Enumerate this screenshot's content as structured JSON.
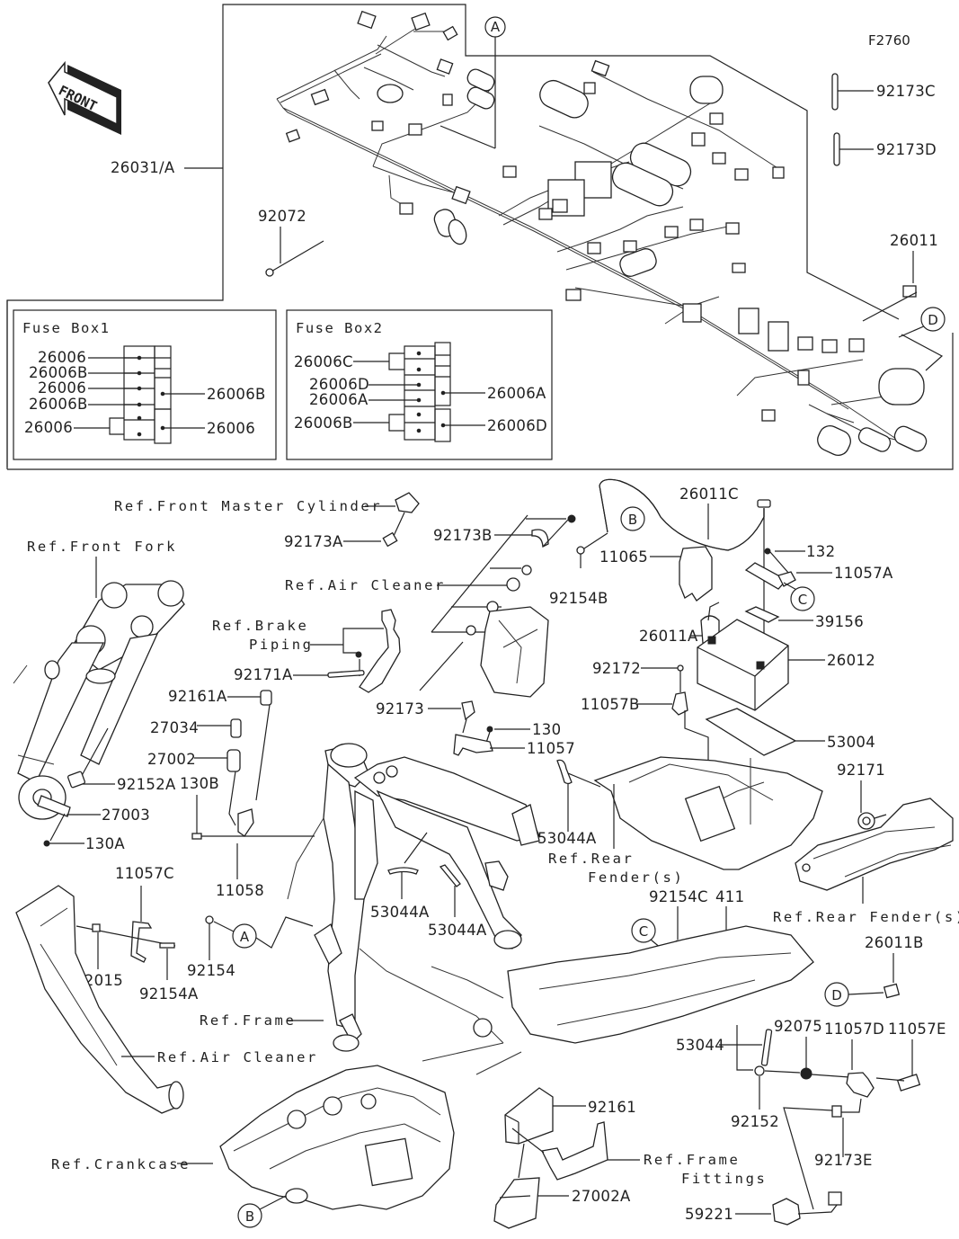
{
  "figure_id": "F2760",
  "front_indicator": "FRONT",
  "callouts": {
    "A": "A",
    "B": "B",
    "C": "C",
    "D": "D"
  },
  "harness": {
    "main": "26031/A",
    "tie": "92072",
    "clamp_c": "92173C",
    "clamp_d": "92173D",
    "relay": "26011"
  },
  "fuse_box_1": {
    "title": "Fuse Box1",
    "left_labels": [
      "26006",
      "26006B",
      "26006",
      "26006B",
      "26006"
    ],
    "right_labels": [
      "26006B",
      "26006"
    ]
  },
  "fuse_box_2": {
    "title": "Fuse Box2",
    "left_labels": [
      "26006C",
      "26006D",
      "26006A",
      "26006B"
    ],
    "right_labels": [
      "26006A",
      "26006D"
    ]
  },
  "parts": {
    "ref_front_master_cylinder": "Ref.Front Master Cylinder",
    "p92173A": "92173A",
    "ref_front_fork": "Ref.Front Fork",
    "ref_air_cleaner_top": "Ref.Air Cleaner",
    "ref_brake_piping_1": "Ref.Brake",
    "ref_brake_piping_2": "Piping",
    "p92171A": "92171A",
    "p92161A": "92161A",
    "p27034": "27034",
    "p27002": "27002",
    "p92152A": "92152A",
    "p27003": "27003",
    "p130A": "130A",
    "p130B": "130B",
    "p11058": "11058",
    "p11057C": "11057C",
    "p92015": "92015",
    "p92154A": "92154A",
    "p92154": "92154",
    "ref_frame": "Ref.Frame",
    "ref_air_cleaner_bottom": "Ref.Air Cleaner",
    "ref_crankcase": "Ref.Crankcase",
    "p92173B": "92173B",
    "p92173": "92173",
    "p130": "130",
    "p11057": "11057",
    "p53044A_1": "53044A",
    "p53044A_2": "53044A",
    "p53044A_3": "53044A",
    "p92154B": "92154B",
    "p26011C": "26011C",
    "p11065": "11065",
    "p132": "132",
    "p11057A": "11057A",
    "p39156": "39156",
    "p26011A": "26011A",
    "p26012": "26012",
    "p92172": "92172",
    "p11057B": "11057B",
    "p53004": "53004",
    "p92171": "92171",
    "ref_rear_fender_1a": "Ref.Rear",
    "ref_rear_fender_1b": "Fender(s)",
    "ref_rear_fender_2": "Ref.Rear Fender(s)",
    "p92154C": "92154C",
    "p411": "411",
    "p26011B": "26011B",
    "p53044": "53044",
    "p92075": "92075",
    "p11057D": "11057D",
    "p11057E": "11057E",
    "p92152": "92152",
    "p92173E": "92173E",
    "p92161": "92161",
    "ref_frame_fittings_1": "Ref.Frame",
    "ref_frame_fittings_2": "Fittings",
    "p27002A": "27002A",
    "p59221": "59221"
  }
}
